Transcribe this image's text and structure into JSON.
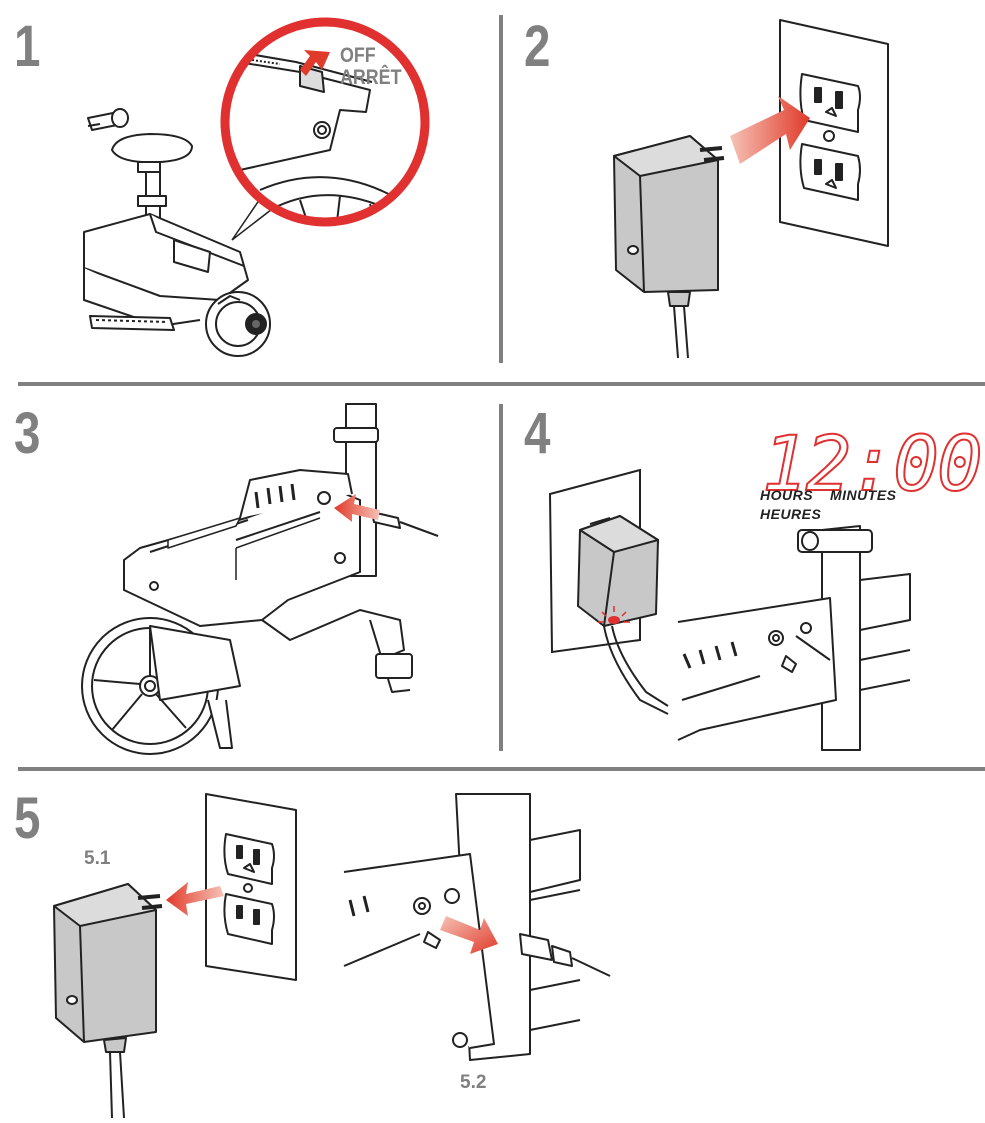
{
  "steps": [
    {
      "number": "1",
      "switch_labels": [
        "OFF",
        "ARRÊT"
      ]
    },
    {
      "number": "2"
    },
    {
      "number": "3"
    },
    {
      "number": "4",
      "clock_display": "12:00",
      "clock_labels": {
        "hours": "HOURS",
        "minutes": "MINUTES",
        "hours_fr": "HEURES"
      }
    },
    {
      "number": "5",
      "sub_steps": [
        "5.1",
        "5.2"
      ]
    }
  ],
  "colors": {
    "accent": "#e03030",
    "gray": "#808080"
  }
}
